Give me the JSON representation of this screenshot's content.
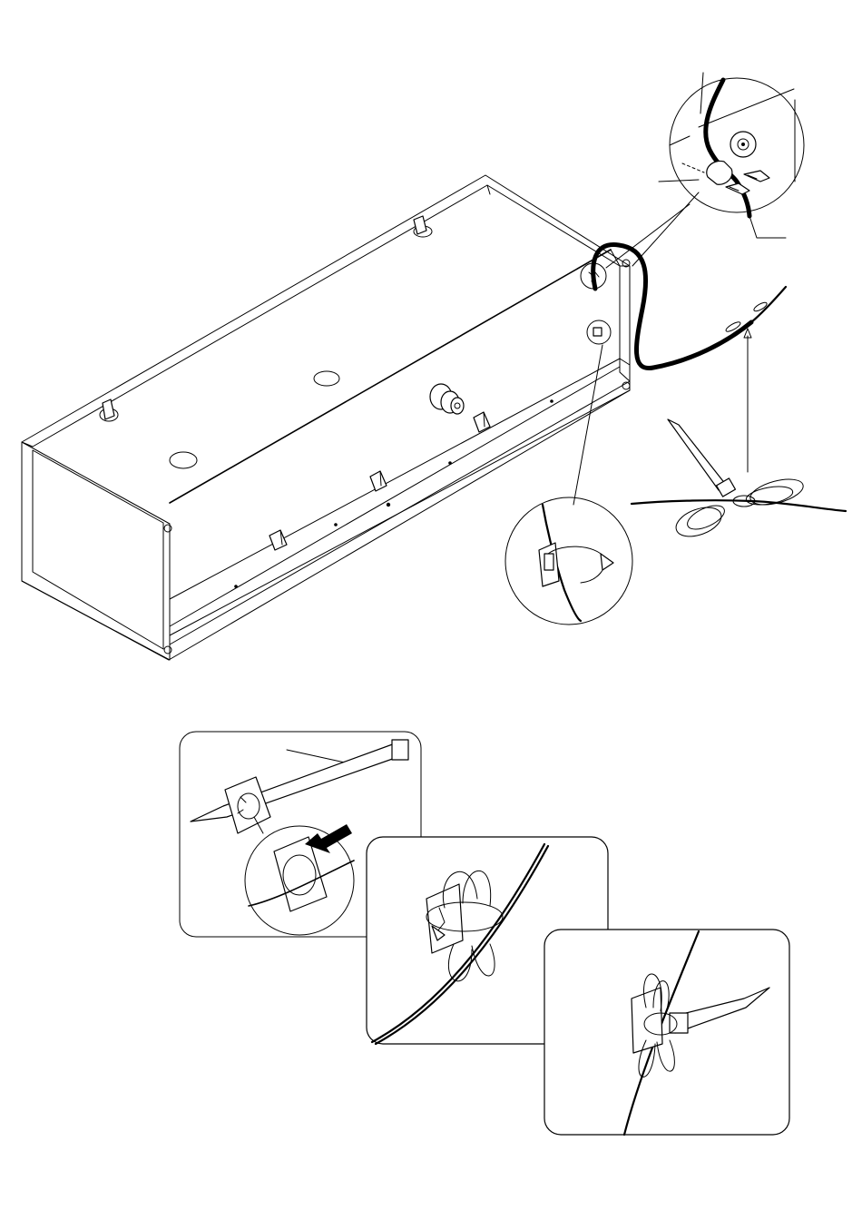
{
  "diagram": {
    "step_description": "",
    "panels": [
      {
        "id": "cable-clip-detail"
      },
      {
        "id": "cable-tie-mount-detail"
      },
      {
        "id": "tie-insert-step"
      },
      {
        "id": "bundle-wrap-step"
      },
      {
        "id": "bundle-fastened-step"
      }
    ],
    "colors": {
      "ink": "#000000",
      "paper": "#ffffff"
    }
  }
}
